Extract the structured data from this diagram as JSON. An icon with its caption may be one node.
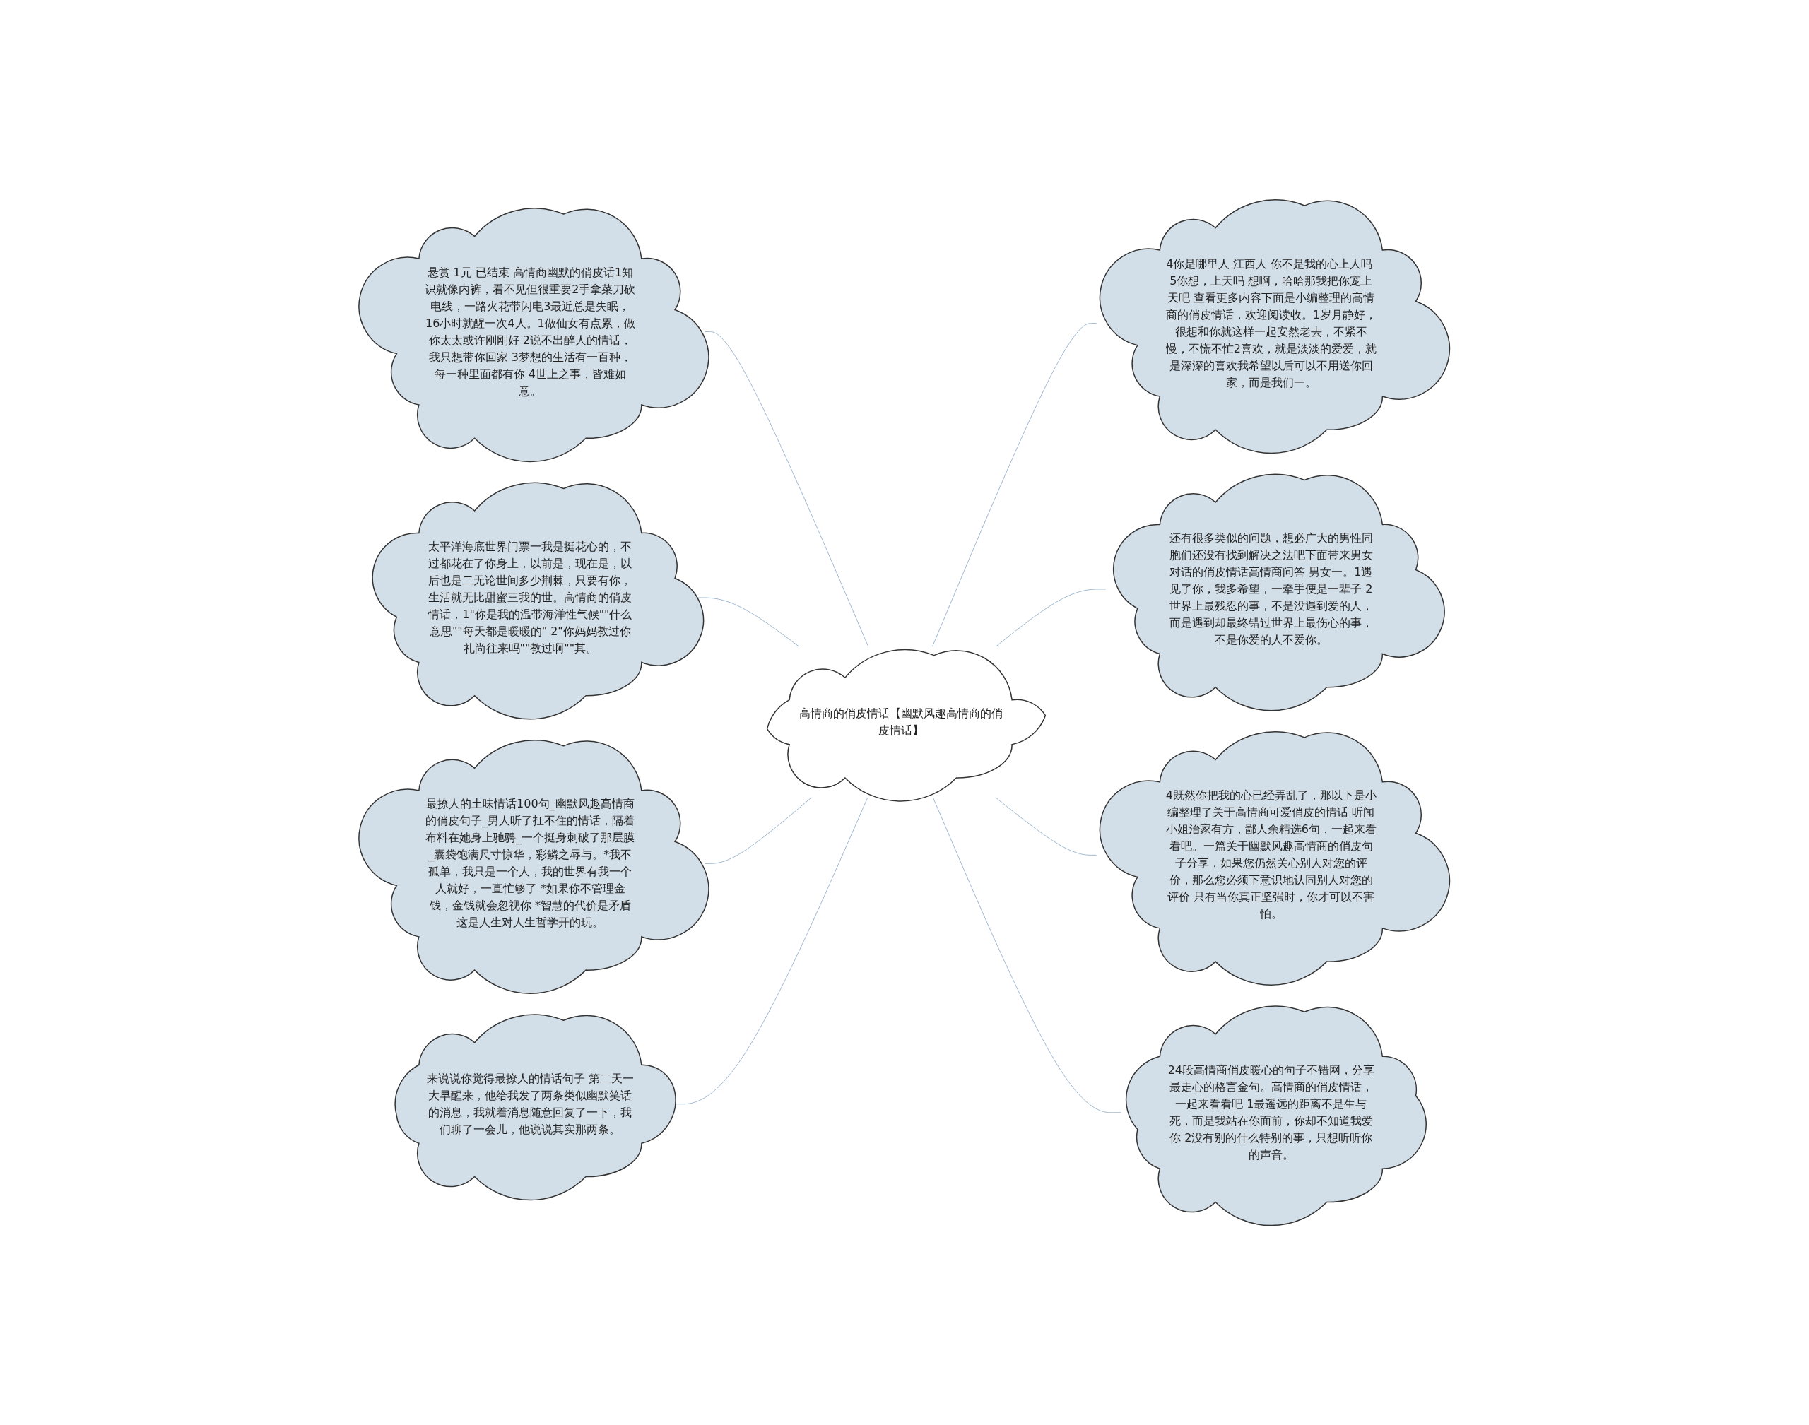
{
  "diagram": {
    "nodes": [
      {
        "text": [
          "高情商的俏皮情话【幽默风趣高情商的俏皮情话】"
        ]
      },
      {
        "text": [
          "悬赏 1元 已结束 高情商幽默的俏皮话1知识就像内裤，看不见但很重要2手拿菜刀砍电线，一路火花带闪电3最近总是失眠，16小时就醒一次4人。1做仙女有点累，做你太太或许刚刚好 2说不出醉人的情话，我只想带你回家 3梦想的生活有一百种，每一种里面都有你 4世上之事，皆难如意。"
        ]
      },
      {
        "text": [
          "太平洋海底世界门票一我是挺花心的，不过都花在了你身上，以前是，现在是，以后也是二无论世间多少荆棘，只要有你，生活就无比甜蜜三我的世。高情商的俏皮情话，1\"你是我的温带海洋性气候\"\"什么意思\"\"每天都是暖暖的\" 2\"你妈妈教过你礼尚往来吗\"\"教过啊\"\"其。"
        ]
      },
      {
        "text": [
          "最撩人的土味情话100句_幽默风趣高情商的俏皮句子_男人听了扛不住的情话，隔着布料在她身上驰骋_一个挺身刺破了那层膜_囊袋饱满尺寸惊华，彩鳞之辱与。*我不孤单，我只是一个人，我的世界有我一个人就好，一直忙够了 *如果你不管理金钱，金钱就会忽视你 *智慧的代价是矛盾这是人生对人生哲学开的玩。"
        ]
      },
      {
        "text": [
          "来说说你觉得最撩人的情话句子 第二天一大早醒来，他给我发了两条类似幽默笑话的消息，我就着消息随意回复了一下，我们聊了一会儿，他说说其实那两条。"
        ]
      },
      {
        "text": [
          "4你是哪里人 江西人 你不是我的心上人吗 5你想，上天吗 想啊，哈哈那我把你宠上天吧 查看更多内容下面是小编整理的高情商的俏皮情话，欢迎阅读收。1岁月静好，很想和你就这样一起安然老去，不紧不慢，不慌不忙2喜欢，就是淡淡的爱爱，就是深深的喜欢我希望以后可以不用送你回家，而是我们一。"
        ]
      },
      {
        "text": [
          "还有很多类似的问题，想必广大的男性同胞们还没有找到解决之法吧下面带来男女对话的俏皮情话高情商问答 男女一。1遇见了你，我多希望，一牵手便是一辈子 2世界上最残忍的事，不是没遇到爱的人，而是遇到却最终错过世界上最伤心的事，不是你爱的人不爱你。"
        ]
      },
      {
        "text": [
          "4既然你把我的心已经弄乱了，那以下是小编整理了关于高情商可爱俏皮的情话 听闻小姐治家有方，鄙人余精选6句，一起来看看吧。一篇关于幽默风趣高情商的俏皮句子分享，如果您仍然关心别人对您的评价，那么您必须下意识地认同别人对您的评价 只有当你真正坚强时，你才可以不害怕。"
        ]
      },
      {
        "text": [
          "24段高情商俏皮暖心的句子不错网，分享最走心的格言金句。高情商的俏皮情话，一起来看看吧 1最遥远的距离不是生与死，而是我站在你面前，你却不知道我爱你 2没有别的什么特别的事，只想听听你的声音。"
        ]
      }
    ],
    "edges": [
      {
        "from": 0,
        "to": 1,
        "arrow": "none"
      },
      {
        "from": 0,
        "to": 2,
        "arrow": "none"
      },
      {
        "from": 0,
        "to": 3,
        "arrow": "none"
      },
      {
        "from": 0,
        "to": 4,
        "arrow": "none"
      },
      {
        "from": 0,
        "to": 5,
        "arrow": "none"
      },
      {
        "from": 0,
        "to": 6,
        "arrow": "none"
      },
      {
        "from": 0,
        "to": 7,
        "arrow": "none"
      },
      {
        "from": 0,
        "to": 8,
        "arrow": "none"
      }
    ]
  }
}
